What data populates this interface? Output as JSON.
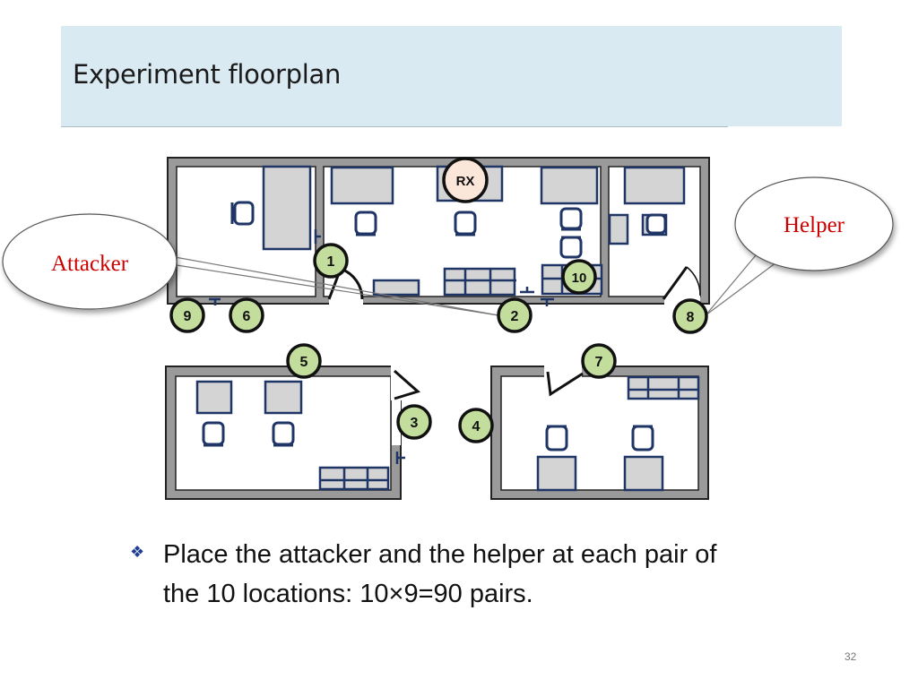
{
  "slide": {
    "title": "Experiment floorplan",
    "bullet_text": "Place the attacker and the helper at each pair of the 10 locations: 10×9=90 pairs.",
    "page_number": "32"
  },
  "floorplan": {
    "receiver_label": "RX",
    "attacker_label": "Attacker",
    "helper_label": "Helper",
    "attacker_location": "2",
    "helper_location": "8",
    "locations": [
      "1",
      "2",
      "3",
      "4",
      "5",
      "6",
      "7",
      "8",
      "9",
      "10"
    ],
    "colors": {
      "wall": "#9a9a9a",
      "wall_outline": "#222222",
      "furniture_fill": "#d4d4d4",
      "furniture_outline": "#1f3566",
      "location_marker": "#c3dd9d",
      "receiver_marker": "#fbe6da",
      "callout_text": "#cc0000"
    }
  }
}
